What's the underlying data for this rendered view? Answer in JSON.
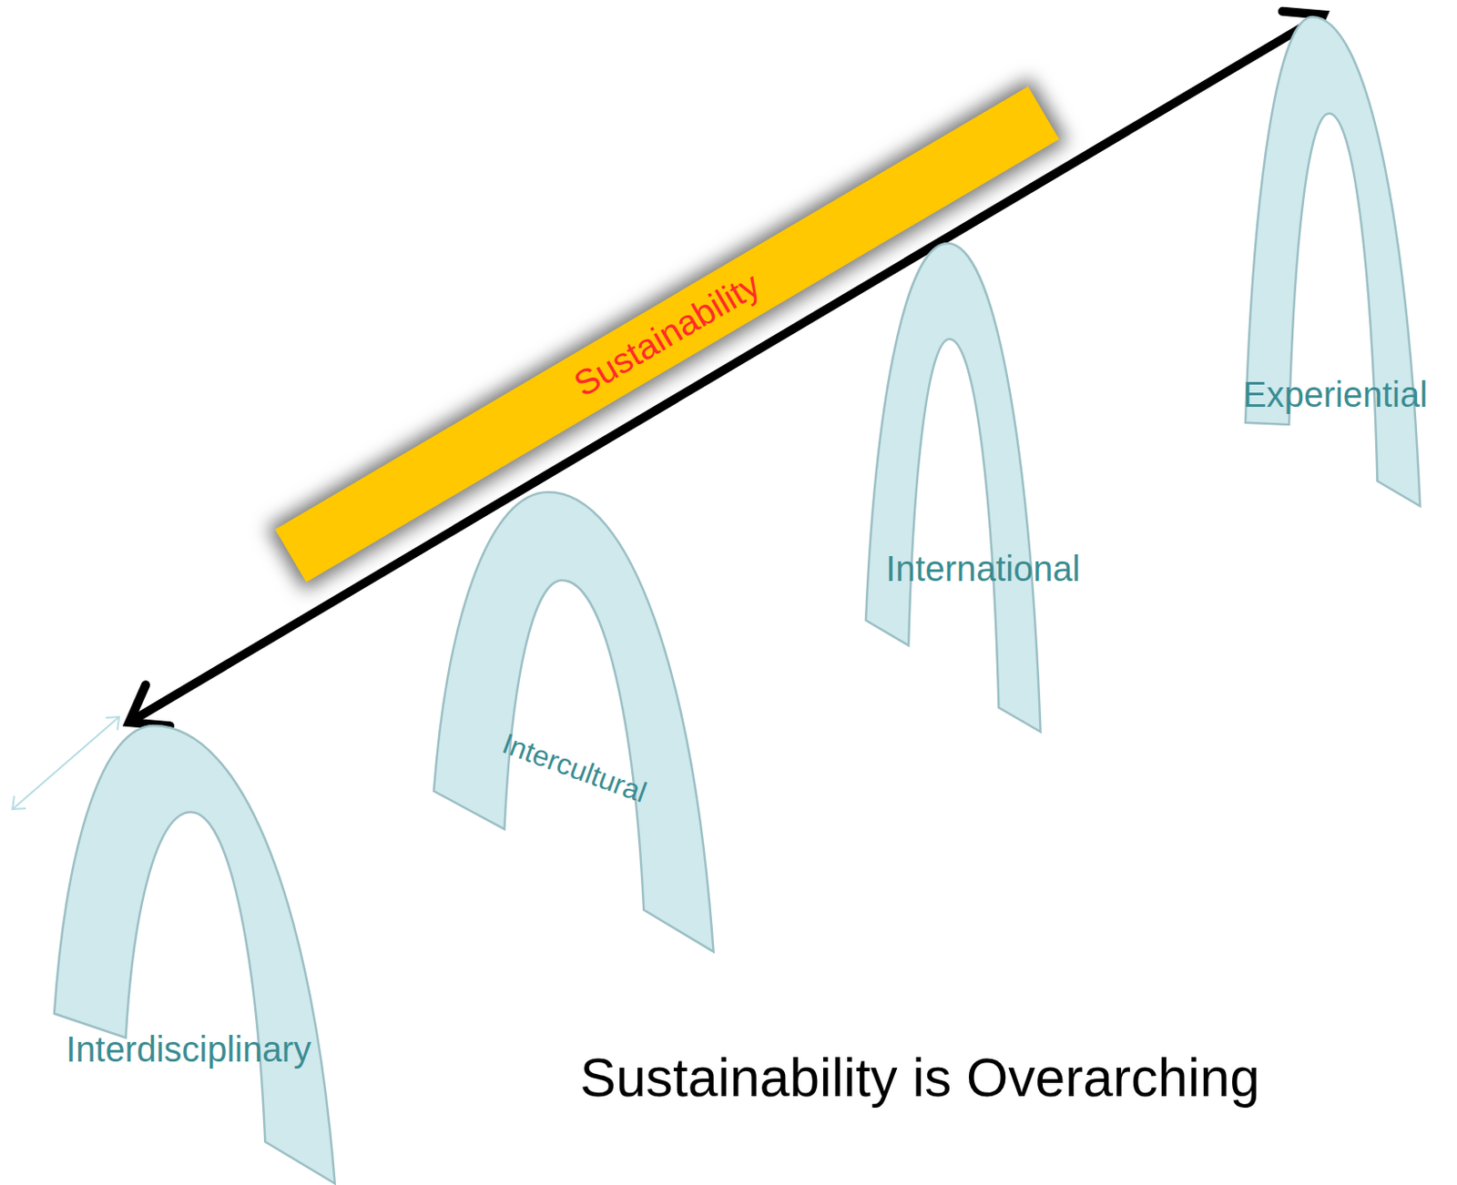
{
  "diagram": {
    "caption": "Sustainability is Overarching",
    "nodes": [
      {
        "text": [
          "Sustainability"
        ]
      },
      {
        "text": [
          "Interdisciplinary"
        ]
      },
      {
        "text": [
          "Intercultural"
        ]
      },
      {
        "text": [
          "International"
        ]
      },
      {
        "text": [
          "Experiential"
        ]
      }
    ],
    "edges": [
      {
        "from": 1,
        "to": 4,
        "arrow": "both"
      }
    ]
  }
}
